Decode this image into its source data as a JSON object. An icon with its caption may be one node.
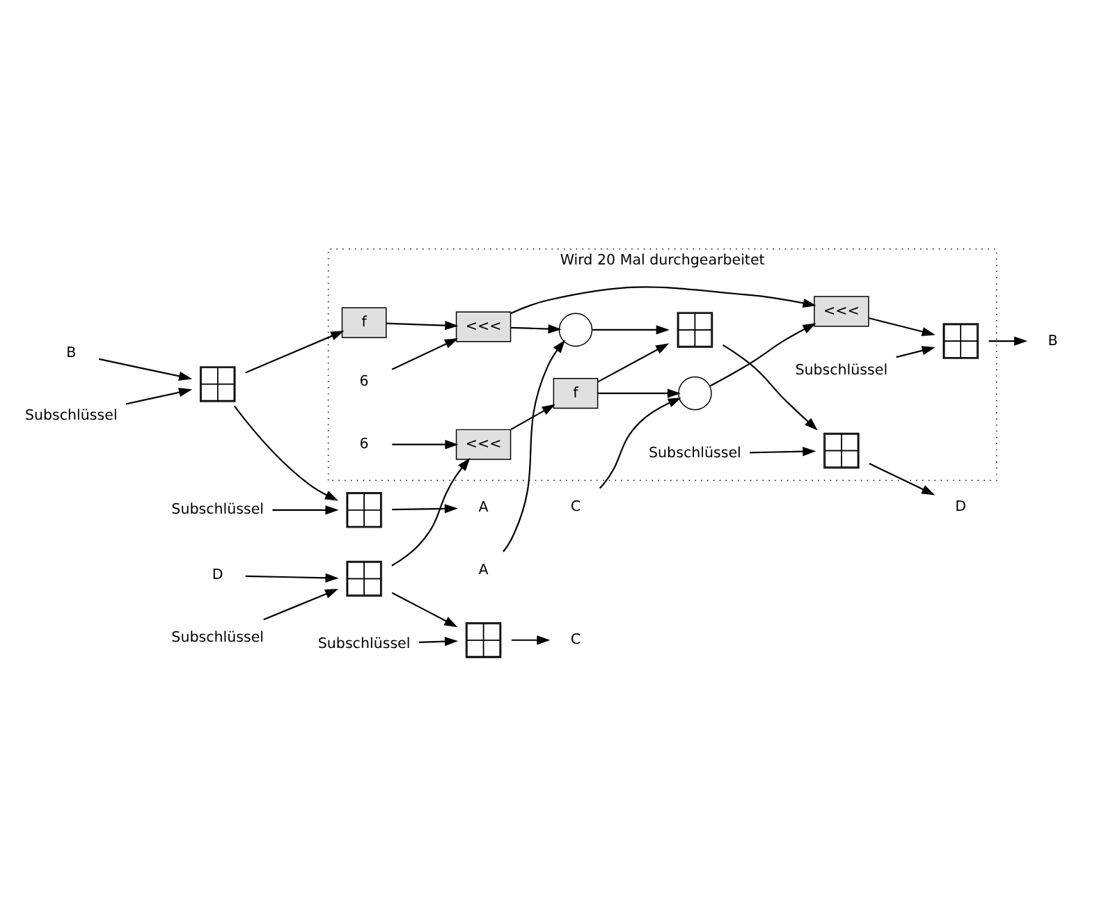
{
  "diagram": {
    "nodes": [
      {
        "text": [
          "Wird 20 Mal durchgearbeitet"
        ]
      },
      {
        "text": [
          "A"
        ]
      },
      {
        "text": [
          "B"
        ]
      },
      {
        "text": [
          "C"
        ]
      },
      {
        "text": [
          "D"
        ]
      },
      {
        "text": [
          "Subschlüssel"
        ]
      },
      {
        "text": [],
        "shape": "box"
      },
      {
        "text": [
          "Subschlüssel"
        ]
      },
      {
        "text": [],
        "shape": "box"
      },
      {
        "text": [],
        "shape": "circle",
        "in": 0
      },
      {
        "text": [],
        "shape": "box",
        "in": 0
      },
      {
        "text": [
          "Subschlüssel"
        ],
        "in": 0
      },
      {
        "text": [],
        "shape": "box",
        "in": 0
      },
      {
        "text": [
          "6"
        ],
        "in": 0
      },
      {
        "text": [
          "<<<"
        ],
        "in": 0
      },
      {
        "text": [
          "f"
        ],
        "in": 0
      },
      {
        "text": [],
        "shape": "circle",
        "in": 0
      },
      {
        "text": [
          "<<<"
        ],
        "in": 0
      },
      {
        "text": [
          "Subschlüssel"
        ],
        "in": 0
      },
      {
        "text": [],
        "shape": "box",
        "in": 0
      },
      {
        "text": [
          "f"
        ],
        "in": 0
      },
      {
        "text": [
          "6"
        ],
        "in": 0
      },
      {
        "text": [
          "<<<"
        ],
        "in": 0
      },
      {
        "text": [
          "Subschlüssel"
        ]
      },
      {
        "text": [],
        "shape": "box"
      },
      {
        "text": [
          "A"
        ]
      },
      {
        "text": [
          "B"
        ]
      },
      {
        "text": [
          "Subschlüssel"
        ]
      },
      {
        "text": [],
        "shape": "box"
      },
      {
        "text": [
          "C"
        ]
      },
      {
        "text": [
          "D"
        ]
      }
    ],
    "edges": [
      {
        "from": 1,
        "to": 9,
        "arrow": "to"
      },
      {
        "from": 9,
        "to": 10,
        "arrow": "to"
      },
      {
        "from": 10,
        "to": 12,
        "arrow": "to"
      },
      {
        "from": 11,
        "to": 12,
        "arrow": "to"
      },
      {
        "from": 12,
        "to": 30,
        "arrow": "to"
      },
      {
        "from": 5,
        "to": 6,
        "arrow": "to"
      },
      {
        "from": 2,
        "to": 6,
        "arrow": "to"
      },
      {
        "from": 6,
        "to": 15,
        "arrow": "to"
      },
      {
        "from": 6,
        "to": 24,
        "arrow": "to"
      },
      {
        "from": 15,
        "to": 14,
        "arrow": "to"
      },
      {
        "from": 13,
        "to": 14,
        "arrow": "to"
      },
      {
        "from": 14,
        "to": 9,
        "arrow": "to"
      },
      {
        "from": 14,
        "to": 17,
        "arrow": "to"
      },
      {
        "from": 3,
        "to": 16,
        "arrow": "to"
      },
      {
        "from": 16,
        "to": 17,
        "arrow": "to"
      },
      {
        "from": 17,
        "to": 19,
        "arrow": "to"
      },
      {
        "from": 18,
        "to": 19,
        "arrow": "to"
      },
      {
        "from": 19,
        "to": 26,
        "arrow": "to"
      },
      {
        "from": 7,
        "to": 8,
        "arrow": "to"
      },
      {
        "from": 4,
        "to": 8,
        "arrow": "to"
      },
      {
        "from": 8,
        "to": 22,
        "arrow": "to"
      },
      {
        "from": 21,
        "to": 22,
        "arrow": "to"
      },
      {
        "from": 22,
        "to": 20,
        "arrow": "to"
      },
      {
        "from": 20,
        "to": 16,
        "arrow": "to"
      },
      {
        "from": 20,
        "to": 10,
        "arrow": "to"
      },
      {
        "from": 8,
        "to": 28,
        "arrow": "to"
      },
      {
        "from": 23,
        "to": 24,
        "arrow": "to"
      },
      {
        "from": 24,
        "to": 25,
        "arrow": "to"
      },
      {
        "from": 27,
        "to": 28,
        "arrow": "to"
      },
      {
        "from": 28,
        "to": 29,
        "arrow": "to"
      }
    ]
  }
}
